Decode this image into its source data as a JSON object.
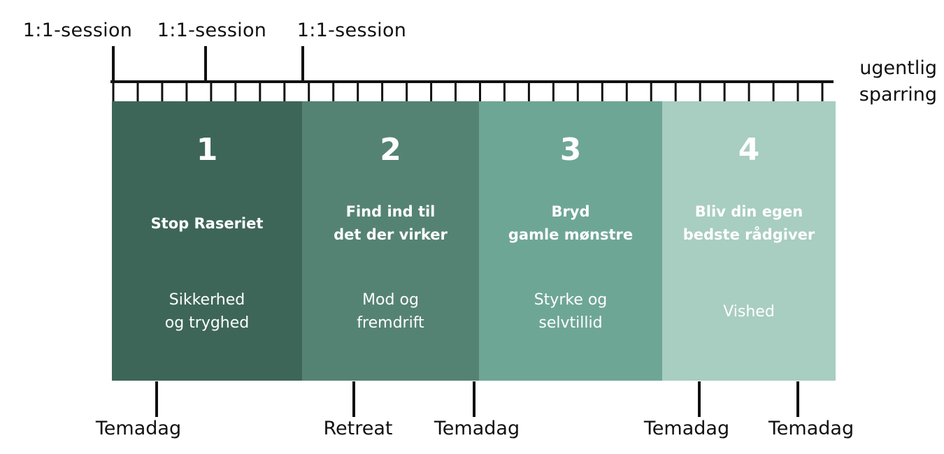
{
  "top_events": [
    {
      "label": "1:1-session"
    },
    {
      "label": "1:1-session"
    },
    {
      "label": "1:1-session"
    }
  ],
  "weekly": {
    "line1": "ugentlig",
    "line2": "sparring"
  },
  "phases": [
    {
      "number": "1",
      "title": "Stop Raseriet",
      "subtitle": "Sikkerhed\nog tryghed",
      "color": "#3d6659"
    },
    {
      "number": "2",
      "title": "Find ind til\ndet der virker",
      "subtitle": "Mod og\nfremdrift",
      "color": "#558373"
    },
    {
      "number": "3",
      "title": "Bryd\ngamle mønstre",
      "subtitle": "Styrke og\nselvtillid",
      "color": "#6ea696"
    },
    {
      "number": "4",
      "title": "Bliv din egen\nbedste rådgiver",
      "subtitle": "Vished",
      "color": "#a8cdc1"
    }
  ],
  "bottom_events": [
    {
      "label": "Temadag"
    },
    {
      "label": "Retreat"
    },
    {
      "label": "Temadag"
    },
    {
      "label": "Temadag"
    },
    {
      "label": "Temadag"
    }
  ]
}
